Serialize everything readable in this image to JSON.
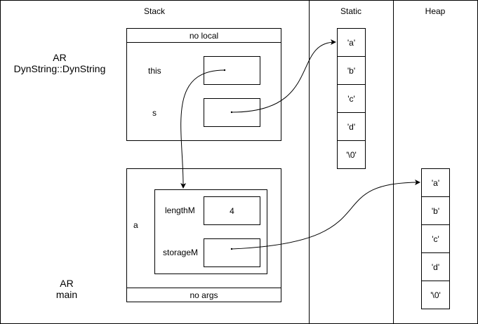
{
  "sections": {
    "stack": "Stack",
    "static": "Static",
    "heap": "Heap"
  },
  "ctor_frame": {
    "ar_line1": "AR",
    "ar_line2": "DynString::DynString",
    "header": "no local",
    "params": {
      "this": "this",
      "s": "s"
    }
  },
  "main_frame": {
    "ar_line1": "AR",
    "ar_line2": "main",
    "footer": "no args",
    "var_a": "a",
    "fields": {
      "lengthM_label": "lengthM",
      "lengthM_value": "4",
      "storageM_label": "storageM"
    }
  },
  "static_chars": [
    "'a'",
    "'b'",
    "'c'",
    "'d'",
    "'\\0'"
  ],
  "heap_chars": [
    "'a'",
    "'b'",
    "'c'",
    "'d'",
    "'\\0'"
  ]
}
